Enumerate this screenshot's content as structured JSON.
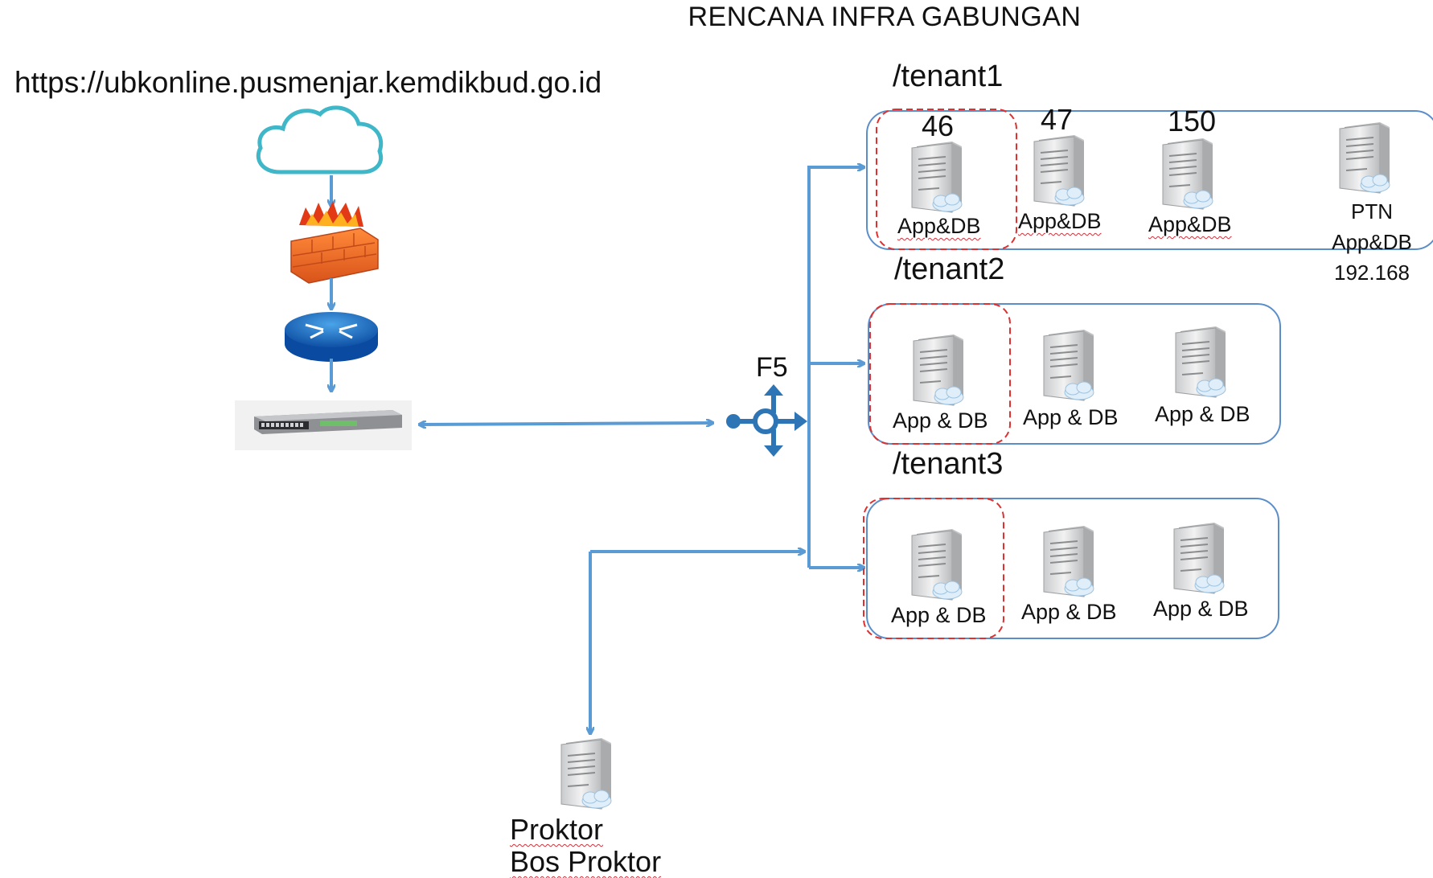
{
  "title": "RENCANA INFRA GABUNGAN",
  "url": "https://ubkonline.pusmenjar.kemdikbud.go.id",
  "f5_label": "F5",
  "tenant1": {
    "label": "/tenant1",
    "numbers": [
      "46",
      "47",
      "150"
    ],
    "servers": [
      "App&DB",
      "App&DB",
      "App&DB"
    ],
    "ptn": {
      "name": "PTN",
      "role": "App&DB",
      "ip": "192.168"
    }
  },
  "tenant2": {
    "label": "/tenant2",
    "servers": [
      "App & DB",
      "App & DB",
      "App & DB"
    ]
  },
  "tenant3": {
    "label": "/tenant3",
    "servers": [
      "App & DB",
      "App & DB",
      "App & DB"
    ]
  },
  "proktor": {
    "line1": "Proktor",
    "line2": "Bos Proktor"
  },
  "colors": {
    "line": "#5b9bd5",
    "box": "#5b8ec9",
    "dashed": "#e03030",
    "cloud": "#3fb7c8"
  },
  "icons": [
    "cloud-icon",
    "firewall-icon",
    "router-icon",
    "switch-icon",
    "f5-load-balancer-icon",
    "server-icon"
  ]
}
